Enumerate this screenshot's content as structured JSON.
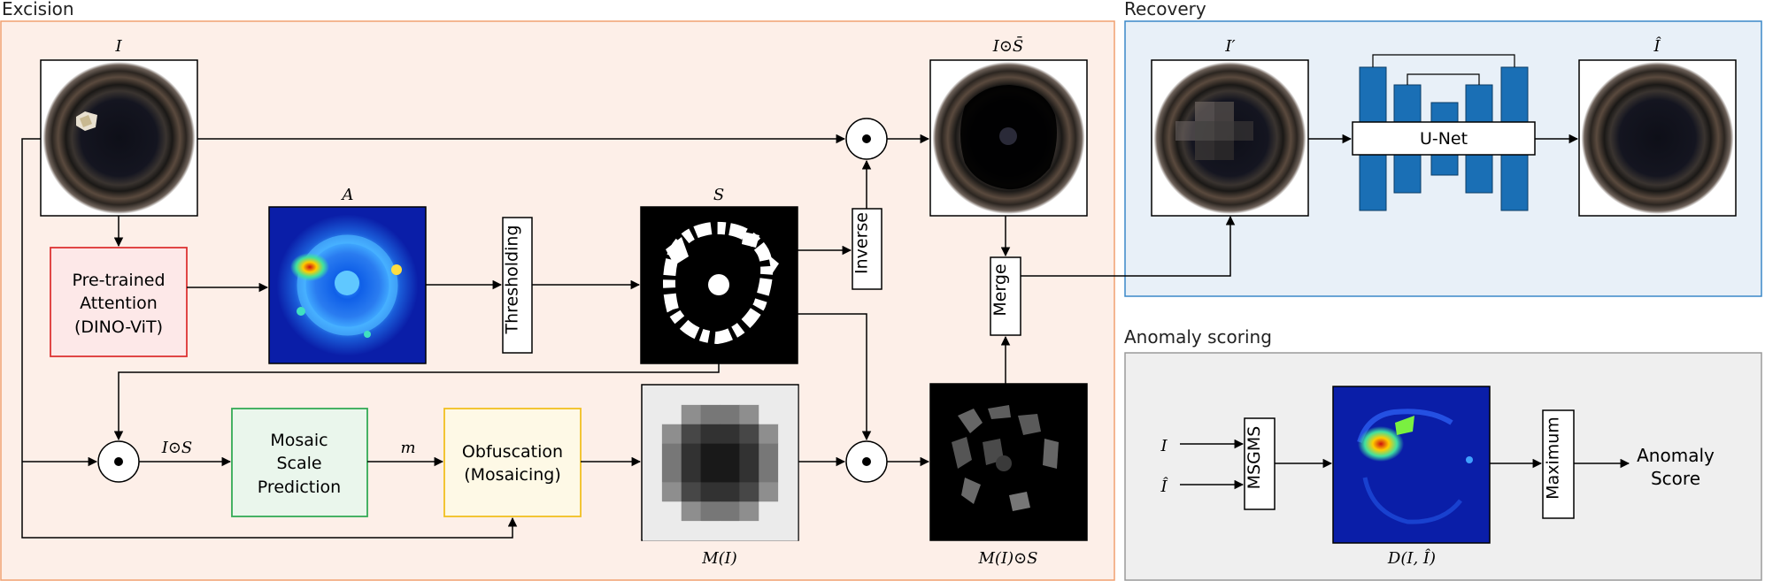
{
  "sections": {
    "excision": "Excision",
    "recovery": "Recovery",
    "anomaly_scoring": "Anomaly scoring"
  },
  "labels": {
    "I": "I",
    "I_odot_S_bar": "I⊙S̄",
    "A": "A",
    "S": "S",
    "I_odot_S": "I⊙S",
    "m": "m",
    "M_I": "M(I)",
    "M_I_odot_S": "M(I)⊙S",
    "I_prime": "I′",
    "I_hat": "Î",
    "score_I": "I",
    "score_I_hat": "Î",
    "D": "D(I, Î)"
  },
  "blocks": {
    "attention": [
      "Pre-trained",
      "Attention",
      "(DINO-ViT)"
    ],
    "thresholding": "Thresholding",
    "inverse": "Inverse",
    "merge": "Merge",
    "mosaic_scale": [
      "Mosaic",
      "Scale",
      "Prediction"
    ],
    "obfuscation": [
      "Obfuscation",
      "(Mosaicing)"
    ],
    "unet": "U-Net",
    "msgms": "MSGMS",
    "maximum": "Maximum",
    "anomaly_score": [
      "Anomaly",
      "Score"
    ]
  },
  "colors": {
    "excision_bg": "#fdefe8",
    "excision_border": "#f0a070",
    "recovery_bg": "#e8f0f8",
    "recovery_border": "#3a88c8",
    "scoring_bg": "#efefef",
    "scoring_border": "#9a9a9a",
    "attention_border": "#dd3333",
    "attention_fill": "#fde8e8",
    "mosaic_border": "#33aa55",
    "mosaic_fill": "#eaf6ec",
    "obfuscation_border": "#f0c020",
    "obfuscation_fill": "#fef9e6",
    "unet_block": "#1a6fb5"
  }
}
